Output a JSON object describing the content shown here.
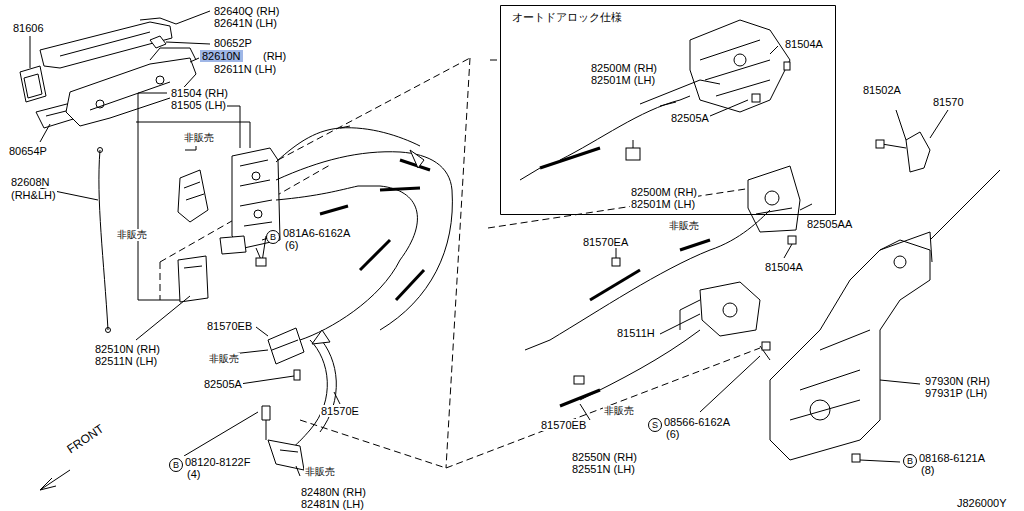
{
  "diagram": {
    "nodes": [
      {
        "text": [
          "82610N"
        ]
      },
      {
        "text": [
          "B"
        ]
      },
      {
        "text": [
          "B"
        ]
      },
      {
        "text": [
          "オートドアロック仕様"
        ]
      },
      {
        "text": [
          "S"
        ]
      },
      {
        "text": [
          "B"
        ]
      }
    ],
    "labels": [
      "82640Q (RH)",
      "82641N (LH)",
      "81606",
      "80652P",
      "(RH)",
      "82611N (LH)",
      "81504 (RH)",
      "81505 (LH)",
      "80654P",
      "非販売",
      "82608N",
      "(RH&LH)",
      "非販売",
      "081A6-6162A",
      "(6)",
      "82510N (RH)",
      "82511N (LH)",
      "81570EB",
      "非販売",
      "82505A",
      "81570E",
      "08120-8122F",
      "(4)",
      "非販売",
      "82480N (RH)",
      "82481N (LH)",
      "FRONT",
      "82500M (RH)",
      "82501M (LH)",
      "81504A",
      "82505A",
      "81502A",
      "81570",
      "82500M (RH)",
      "82501M (LH)",
      "81570EA",
      "非販売",
      "82505AA",
      "81504A",
      "81511H",
      "97930N (RH)",
      "97931P (LH)",
      "08566-6162A",
      "(6)",
      "81570EB",
      "非販売",
      "82550N (RH)",
      "82551N (LH)",
      "08168-6121A",
      "(8)",
      "J826000Y"
    ]
  }
}
